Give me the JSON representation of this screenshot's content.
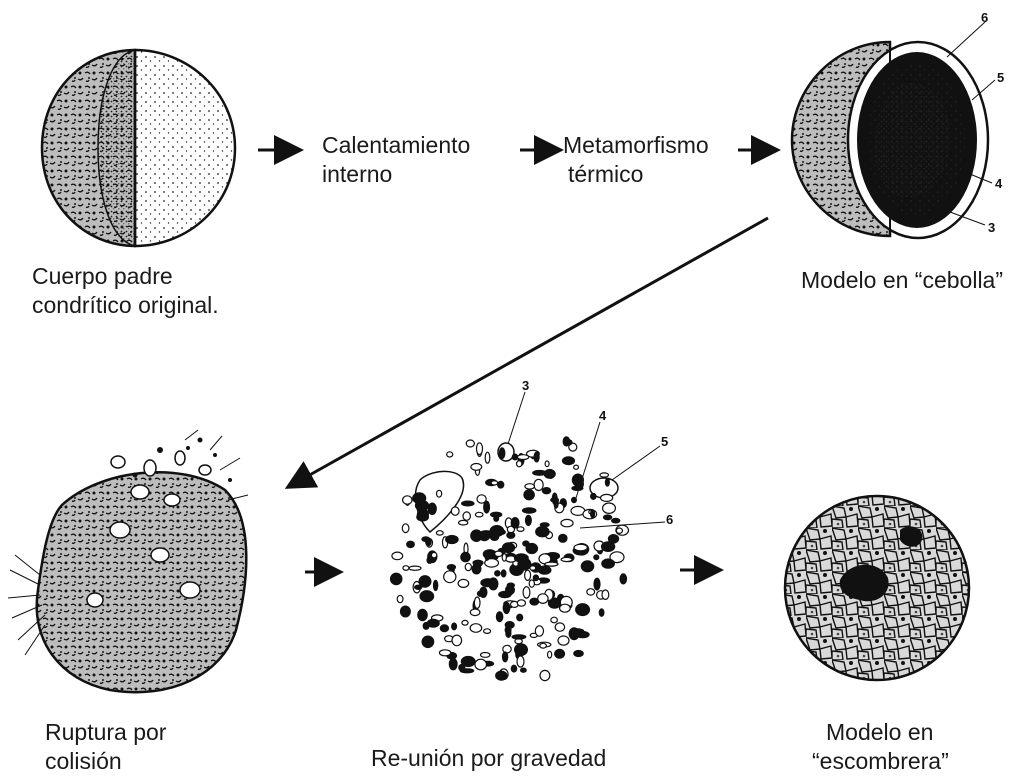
{
  "stages": {
    "original": {
      "label_line1": "Cuerpo padre",
      "label_line2": "condrítico original."
    },
    "heating": {
      "label_line1": "Calentamiento",
      "label_line2": "interno"
    },
    "metamorphism": {
      "label_line1": "Metamorfismo",
      "label_line2": "térmico"
    },
    "onion": {
      "label": "Modelo en “cebolla”",
      "layers": [
        "6",
        "5",
        "4",
        "3"
      ]
    },
    "collision": {
      "label_line1": "Ruptura por",
      "label_line2": "colisión"
    },
    "reassembly": {
      "label": "Re-unión por gravedad",
      "layers": [
        "3",
        "4",
        "5",
        "6"
      ]
    },
    "rubble": {
      "label_line1": "Modelo en",
      "label_line2": "“escombrera”"
    }
  },
  "colors": {
    "ink": "#111111",
    "background": "#ffffff"
  }
}
